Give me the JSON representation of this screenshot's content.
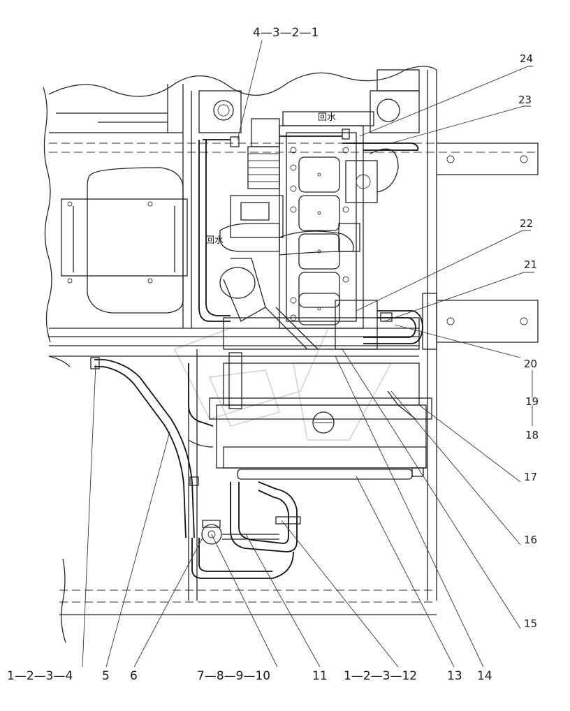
{
  "drawing": {
    "annotations": [
      "回水",
      "回水"
    ],
    "callouts": {
      "top_group": "4—3—2—1",
      "right": [
        "24",
        "23",
        "22",
        "21",
        "20",
        "19",
        "18",
        "17",
        "16",
        "15"
      ],
      "bottom": [
        "1—2—3—4",
        "5",
        "6",
        "7—8—9—10",
        "11",
        "1—2—3—12",
        "13",
        "14"
      ]
    }
  }
}
